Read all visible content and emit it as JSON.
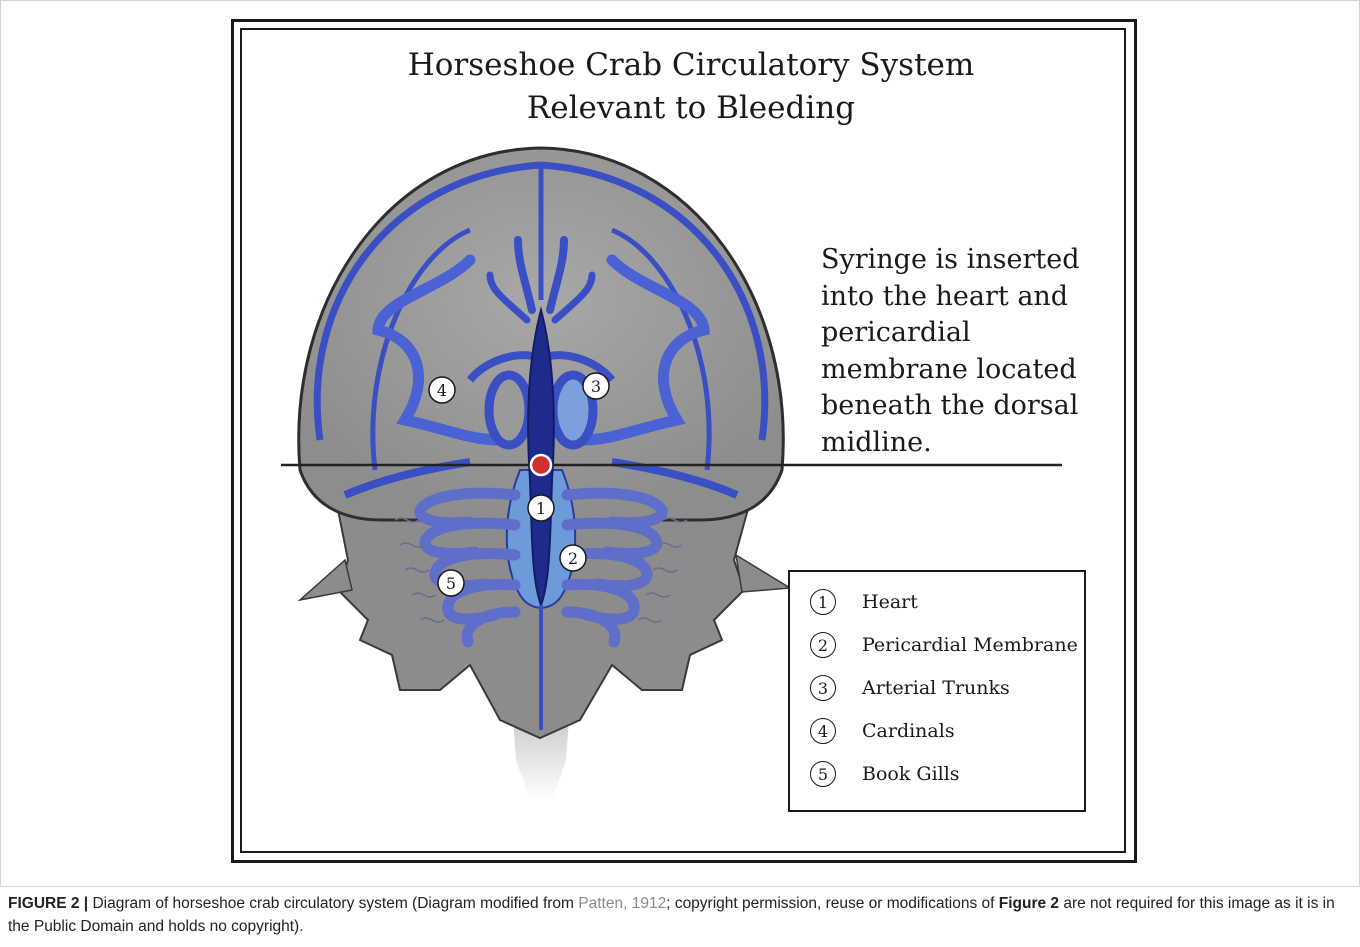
{
  "title": {
    "line1": "Horseshoe Crab Circulatory System",
    "line2": "Relevant to Bleeding"
  },
  "note": {
    "lines": [
      "Syringe is inserted",
      "into the heart and",
      "pericardial",
      "membrane located",
      "beneath the dorsal",
      "midline."
    ]
  },
  "markers": [
    {
      "number": "1"
    },
    {
      "number": "2"
    },
    {
      "number": "3"
    },
    {
      "number": "4"
    },
    {
      "number": "5"
    }
  ],
  "legend": {
    "items": [
      {
        "number": "1",
        "label": "Heart"
      },
      {
        "number": "2",
        "label": "Pericardial Membrane"
      },
      {
        "number": "3",
        "label": "Arterial Trunks"
      },
      {
        "number": "4",
        "label": "Cardinals"
      },
      {
        "number": "5",
        "label": "Book Gills"
      }
    ]
  },
  "caption": {
    "figure_label": "FIGURE 2 |",
    "text_before": " Diagram of horseshoe crab circulatory system (Diagram modified from ",
    "citation": "Patten, 1912",
    "text_middle": "; copyright permission, reuse or modifications of ",
    "figure_ref": "Figure 2",
    "text_after": " are not required for this image as it is in the Public Domain and holds no copyright)."
  },
  "colors": {
    "shell": "#9e9e9e",
    "vessel": "#3b4fc4",
    "heart": "#1e2a8c",
    "membrane": "#6d9ad8",
    "gills": "#7a86cf",
    "injection_point": "#d03030"
  }
}
